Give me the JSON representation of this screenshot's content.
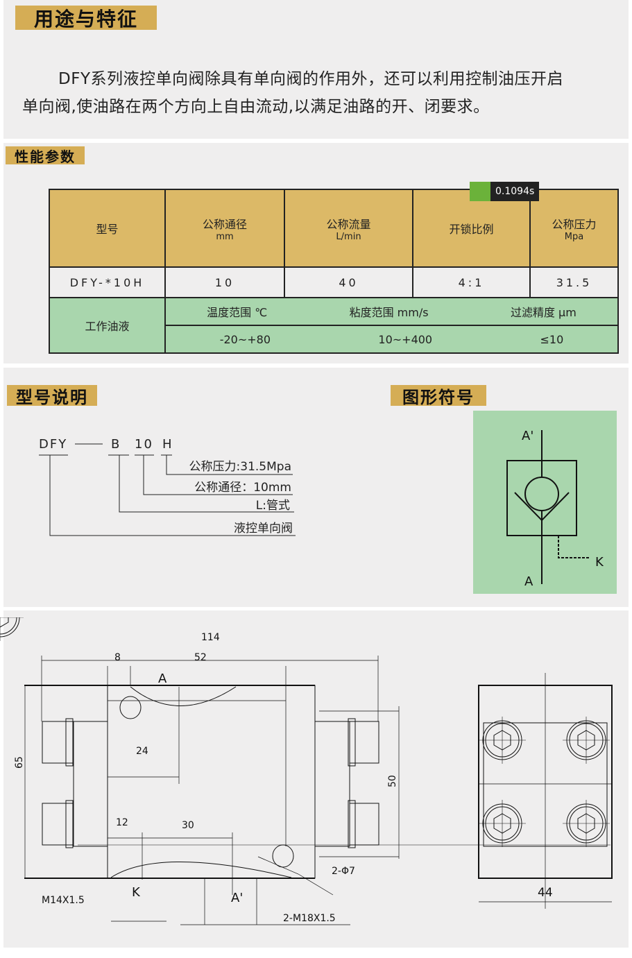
{
  "section1": {
    "title": "用途与特征",
    "para_line1": "DFY系列液控单向阀除具有单向阀的作用外，还可以利用控制油压开启",
    "para_line2": "单向阀,使油路在两个方向上自由流动,以满足油路的开、闭要求。"
  },
  "section2": {
    "title": "性能参数",
    "tooltip": "0.1094s",
    "headers": [
      {
        "label": "型号",
        "unit": ""
      },
      {
        "label": "公称通径",
        "unit": "mm"
      },
      {
        "label": "公称流量",
        "unit": "L/min"
      },
      {
        "label": "开锁比例",
        "unit": ""
      },
      {
        "label": "公称压力",
        "unit": "Mpa"
      }
    ],
    "row": [
      "DFY-*10H",
      "10",
      "40",
      "4:1",
      "31.5"
    ],
    "oil": {
      "label": "工作油液",
      "params": [
        "温度范围 ℃",
        "粘度范围 mm/s",
        "过滤精度 μm"
      ],
      "values": [
        "-20~+80",
        "10~+400",
        "≤10"
      ]
    }
  },
  "section3": {
    "title": "型号说明",
    "code": {
      "a": "DFY",
      "b": "B",
      "c": "10",
      "d": "H"
    },
    "notes": [
      "公称压力:31.5Mpa",
      "公称通径：10mm",
      "L:管式",
      "液控单向阀"
    ]
  },
  "section4": {
    "title": "图形符号",
    "labels": {
      "top": "A'",
      "bottom": "A",
      "k": "K"
    }
  },
  "drawing": {
    "dims": {
      "d114": "114",
      "d8": "8",
      "d52": "52",
      "d24": "24",
      "d12": "12",
      "d30": "30",
      "d65": "65",
      "d50": "50",
      "d44": "44"
    },
    "labels": {
      "A": "A",
      "K": "K",
      "A2": "A'",
      "m14": "M14X1.5",
      "m18": "2-M18X1.5",
      "phi": "2-Φ7"
    }
  }
}
